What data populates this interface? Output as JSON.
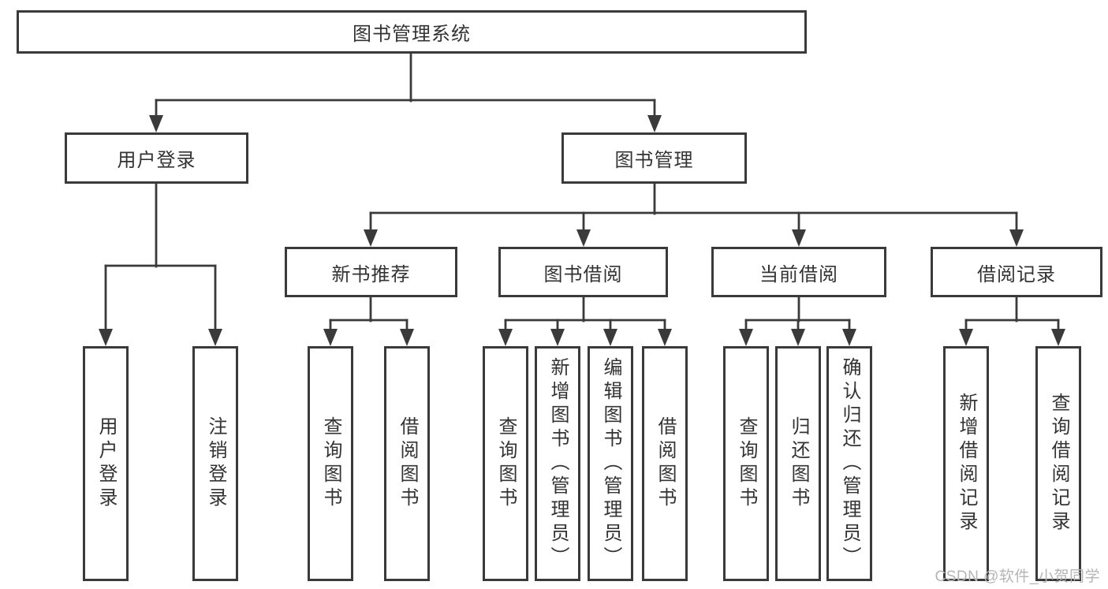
{
  "diagram": {
    "root": {
      "label": "图书管理系统"
    },
    "branches": [
      {
        "label": "用户登录",
        "children": [
          {
            "label": "用户登录"
          },
          {
            "label": "注销登录"
          }
        ]
      },
      {
        "label": "图书管理",
        "sections": [
          {
            "label": "新书推荐",
            "children": [
              {
                "label": "查询图书"
              },
              {
                "label": "借阅图书"
              }
            ]
          },
          {
            "label": "图书借阅",
            "children": [
              {
                "label": "查询图书"
              },
              {
                "label": "新增图书（管理员）"
              },
              {
                "label": "编辑图书（管理员）"
              },
              {
                "label": "借阅图书"
              }
            ]
          },
          {
            "label": "当前借阅",
            "children": [
              {
                "label": "查询图书"
              },
              {
                "label": "归还图书"
              },
              {
                "label": "确认归还（管理员）"
              }
            ]
          },
          {
            "label": "借阅记录",
            "children": [
              {
                "label": "新增借阅记录"
              },
              {
                "label": "查询借阅记录"
              }
            ]
          }
        ]
      }
    ],
    "colors": {
      "line": "#3a3a3a",
      "text": "#333333",
      "watermark": "#b5b5b5"
    }
  },
  "watermark": {
    "text": "CSDN @软件_小贺同学"
  }
}
